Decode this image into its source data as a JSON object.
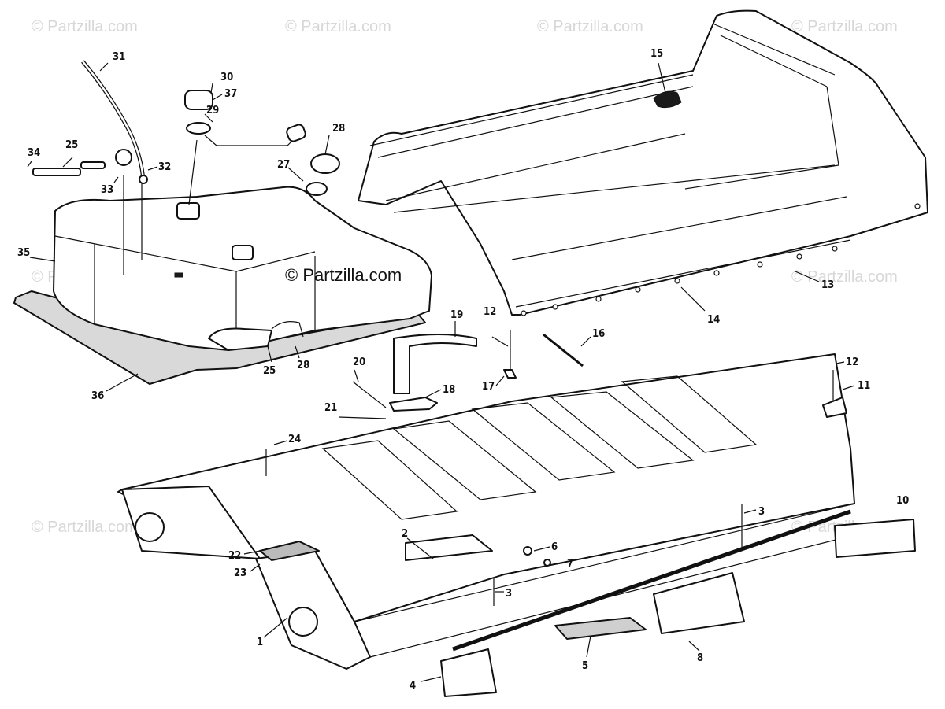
{
  "watermark": "© Partzilla.com",
  "callouts": [
    {
      "n": "1"
    },
    {
      "n": "2"
    },
    {
      "n": "3"
    },
    {
      "n": "3"
    },
    {
      "n": "4"
    },
    {
      "n": "5"
    },
    {
      "n": "6"
    },
    {
      "n": "7"
    },
    {
      "n": "8"
    },
    {
      "n": "10"
    },
    {
      "n": "11"
    },
    {
      "n": "12"
    },
    {
      "n": "12"
    },
    {
      "n": "13"
    },
    {
      "n": "14"
    },
    {
      "n": "15"
    },
    {
      "n": "16"
    },
    {
      "n": "17"
    },
    {
      "n": "18"
    },
    {
      "n": "19"
    },
    {
      "n": "20"
    },
    {
      "n": "21"
    },
    {
      "n": "22"
    },
    {
      "n": "23"
    },
    {
      "n": "24"
    },
    {
      "n": "25"
    },
    {
      "n": "25"
    },
    {
      "n": "27"
    },
    {
      "n": "28"
    },
    {
      "n": "28"
    },
    {
      "n": "29"
    },
    {
      "n": "30"
    },
    {
      "n": "31"
    },
    {
      "n": "32"
    },
    {
      "n": "33"
    },
    {
      "n": "34"
    },
    {
      "n": "35"
    },
    {
      "n": "36"
    },
    {
      "n": "37"
    }
  ]
}
